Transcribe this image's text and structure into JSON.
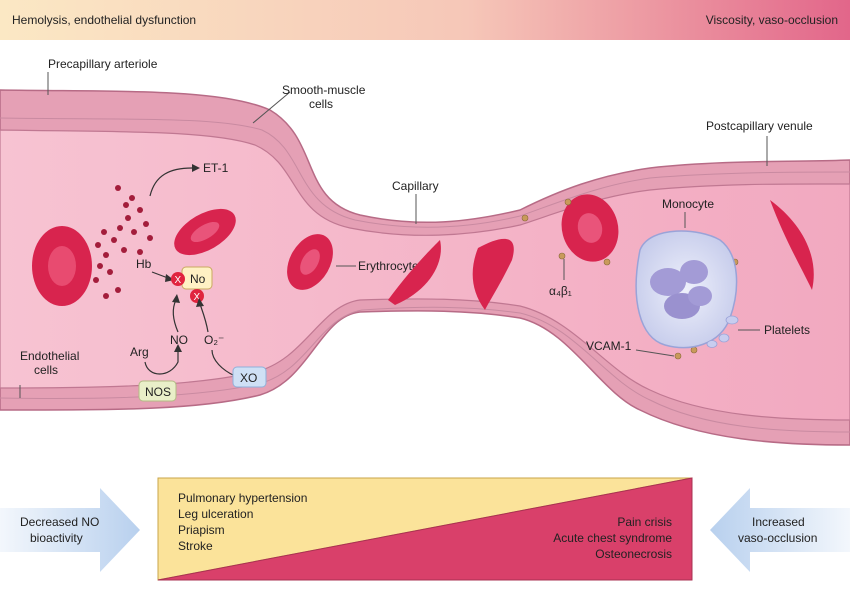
{
  "header": {
    "left": "Hemolysis, endothelial dysfunction",
    "right": "Viscosity, vaso-occlusion"
  },
  "labels": {
    "precapillary_arteriole": "Precapillary arteriole",
    "smooth_muscle_line1": "Smooth-muscle",
    "smooth_muscle_line2": "cells",
    "postcapillary_venule": "Postcapillary venule",
    "capillary": "Capillary",
    "monocyte": "Monocyte",
    "et1": "ET-1",
    "hb": "Hb",
    "no_box": "No",
    "erythrocyte": "Erythrocyte",
    "alpha4beta1": "α₄β₁",
    "platelets": "Platelets",
    "arg": "Arg",
    "no": "NO",
    "o2": "O₂⁻",
    "vcam1": "VCAM-1",
    "endothelial_line1": "Endothelial",
    "endothelial_line2": "cells",
    "nos": "NOS",
    "xo": "XO",
    "x_mark": "X"
  },
  "bottom": {
    "left_arrow_line1": "Decreased NO",
    "left_arrow_line2": "bioactivity",
    "left_list": [
      "Pulmonary hypertension",
      "Leg ulceration",
      "Priapism",
      "Stroke"
    ],
    "right_list": [
      "Pain crisis",
      "Acute chest syndrome",
      "Osteonecrosis"
    ],
    "right_arrow_line1": "Increased",
    "right_arrow_line2": "vaso-occlusion"
  },
  "colors": {
    "header_left": "#fbe3b8",
    "header_right": "#e86a8a",
    "lumen": "#f4b4c8",
    "wall": "#e9a7b8",
    "rbc": "#d8244e",
    "arrow_blue": "#cfe0f5",
    "tri_yellow": "#fbe39a",
    "tri_pink": "#d9406a",
    "nos_box": "#e9efc8",
    "xo_box": "#cfe0f5"
  }
}
